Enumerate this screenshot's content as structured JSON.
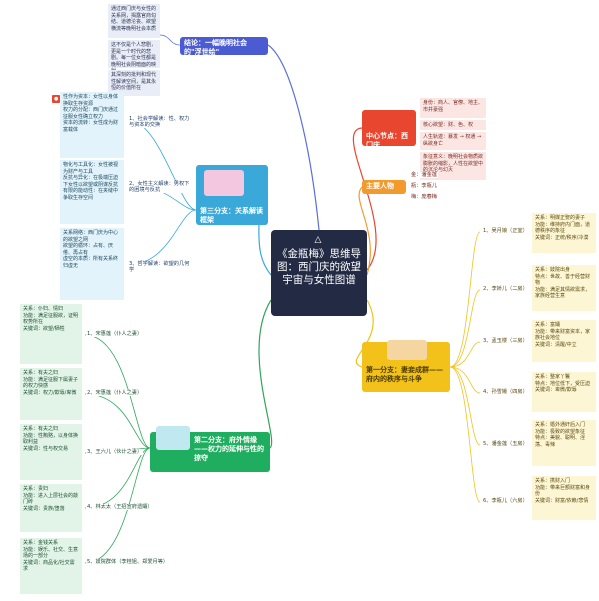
{
  "central": {
    "title": "《金瓶梅》思维导图：西门庆的欲望宇宙与女性图谱"
  },
  "conclusion": {
    "title": "结论：一幅晚明社会的\"浮世绘\"",
    "notes": [
      "通过西门庆与女性的关系网，揭露官商勾结、道德沦丧、欲望横流等晚明社会本质",
      "这不仅是个人悲剧，更是一个时代的悲剧。每一位女性都是晚明社会阴暗面的映射",
      "其深刻的批判和现代性解读空间，是其永恒的价值所在"
    ]
  },
  "core_node": {
    "title": "中心节点：西门庆",
    "items": [
      {
        "label": "身份",
        "text": "身份：商人、官僚、地主、市井豪强"
      },
      {
        "label": "核心",
        "text": "核心欲望：财、色、权"
      },
      {
        "label": "人生",
        "text": "人生轨迹：暴发 → 权通 → 纵欲身亡"
      },
      {
        "label": "象征",
        "text": "象征意义：晚明社会物质欲膨胀的缩影，人性在欲望中的沉沦与幻灭"
      }
    ]
  },
  "main_characters": {
    "title": "主要人物",
    "items": [
      "金：潘金莲",
      "瓶：李瓶儿",
      "梅：庞春梅"
    ]
  },
  "part1": {
    "title": "第一分支：妻妾成群——府内的秩序与斗争",
    "members": [
      {
        "label": "1、吴月娘（正室）",
        "notes": [
          "关系：明媒正娶的妻子",
          "功能：维持府内门面，道德秩序的象征",
          "关键词：正统/秩序/冷漠"
        ]
      },
      {
        "label": "2、李娇儿（二房）",
        "notes": [
          "关系：妓院出身",
          "特点：世故、善于经营财物",
          "功能：满足其情欲需求，家族经营生意"
        ]
      },
      {
        "label": "3、孟玉楼（三房）",
        "notes": [
          "关系：富孀",
          "功能：带来财富资本，家族社会地位",
          "关键词：清醒/中立"
        ]
      },
      {
        "label": "4、孙雪娥（四房）",
        "notes": [
          "关系：整家丫鬟",
          "特点：地位低下，受压迫",
          "关键词：卑微/欺辱"
        ]
      },
      {
        "label": "5、潘金莲（五房）",
        "notes": [
          "关系：婚外通奸后入门",
          "功能：极致的欲望象征",
          "特点：美貌、聪明、淫荡、毒辣"
        ]
      },
      {
        "label": "6、李瓶儿（六房）",
        "notes": [
          "关系：携财入门",
          "功能：带来巨额财富和身份",
          "关键词：财富/依赖/悲情"
        ]
      }
    ]
  },
  "part2": {
    "title": "第二分支：府外情缘——权力的延伸与性的掠夺",
    "members": [
      {
        "label": "1、宋惠莲（仆人之妻）",
        "notes": [
          "关系：仆妇、情妇",
          "功能：满足征服欲，证明权势所在",
          "关键词：欲望/牺牲"
        ]
      },
      {
        "label": "2、宋惠莲（仆人之妻）",
        "notes": [
          "关系：有夫之妇",
          "功能：满足征服下属妻子的权力快感",
          "关键词：权力/欺辱/卑微"
        ]
      },
      {
        "label": "3、王六儿（伙计之妻）",
        "notes": [
          "关系：有夫之妇",
          "功能：性贿赂，以身体换取利益",
          "关键词：性与权交易"
        ]
      },
      {
        "label": "4、林太太（王招宣府遗孀）",
        "notes": [
          "关系：贵妇",
          "功能：进入上层社会的敲门砖",
          "关键词：贵族/堕落"
        ]
      },
      {
        "label": "5、妓院群体（李桂姐、郑爱月等）",
        "notes": [
          "关系：金钱关系",
          "功能：娱乐、社交、生意场的一部分",
          "关键词：商品化/社交需求"
        ]
      }
    ]
  },
  "part3": {
    "title": "第三分支：关系解读框架",
    "groups": [
      {
        "label": "1、社会学解读：性、权力与资本的交换",
        "notes": [
          "性作为资本：女性以身体换取生存资源",
          "权力的分配：西门庆通过征服女性确立权力",
          "资本的流转：女性成为财富载体"
        ]
      },
      {
        "label": "2、女性主义解读：男权下的困境与反抗",
        "notes": [
          "物化与工具化：女性被视为财产与工具",
          "反抗与异化：在极端压迫下女性以欲望或阴谋反抗",
          "有限的能动性：在夹缝中争取生存空间"
        ]
      },
      {
        "label": "3、哲学解读：欲望的几何学",
        "notes": [
          "关系网络：西门庆为中心的欲望之网",
          "欲望的循环：占有、厌倦、再占有",
          "虚空的本质：所有关系终归虚无"
        ]
      }
    ]
  }
}
